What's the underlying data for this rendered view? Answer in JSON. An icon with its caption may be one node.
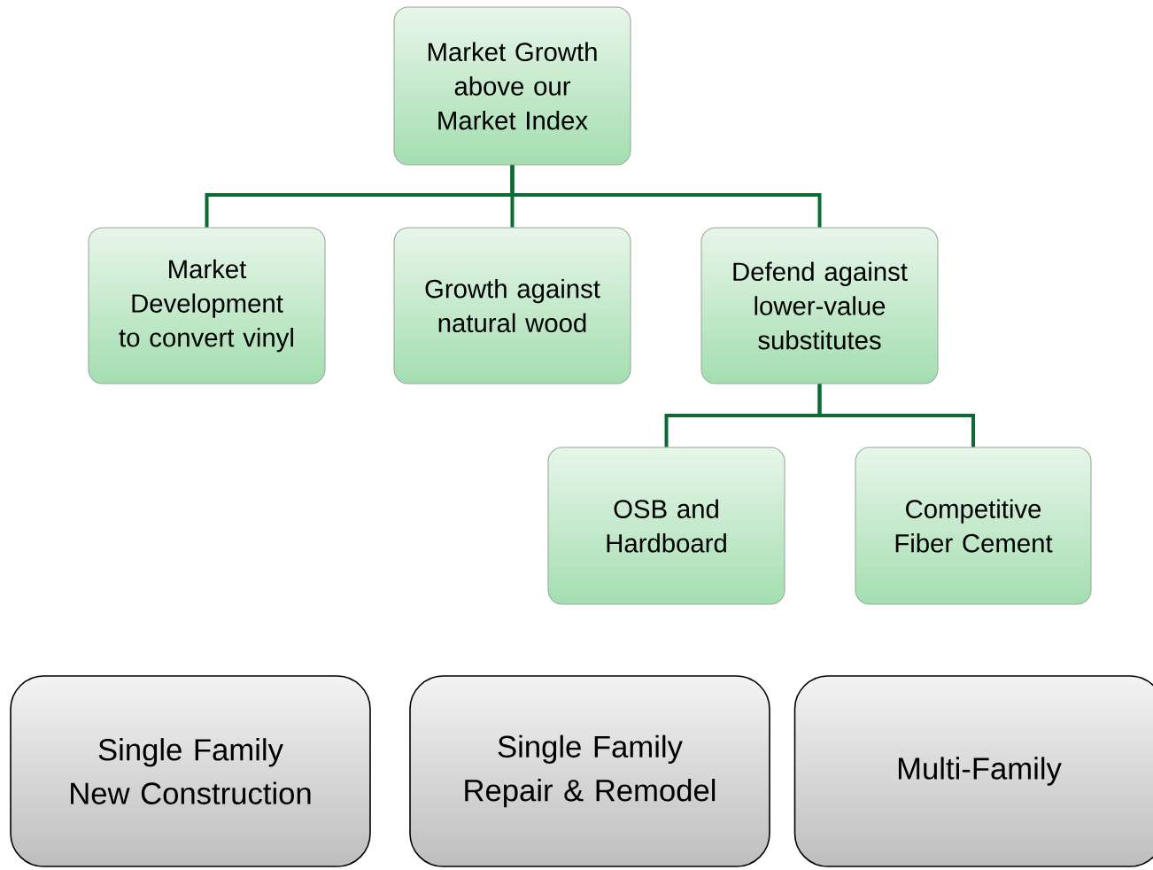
{
  "diagram": {
    "nodes": [
      {
        "text": [
          "Market Growth above our Market Index"
        ]
      },
      {
        "text": [
          "Market Development to convert vinyl"
        ]
      },
      {
        "text": [
          "Growth against natural wood"
        ]
      },
      {
        "text": [
          "Defend against lower-value substitutes"
        ]
      },
      {
        "text": [
          "OSB and Hardboard"
        ]
      },
      {
        "text": [
          "Competitive Fiber Cement"
        ]
      },
      {
        "text": [
          "Single Family New Construction"
        ]
      },
      {
        "text": [
          "Single Family Repair & Remodel"
        ]
      },
      {
        "text": [
          "Multi-Family"
        ]
      }
    ],
    "edges": [
      {
        "from": 0,
        "to": 1,
        "arrow": "none"
      },
      {
        "from": 0,
        "to": 2,
        "arrow": "none"
      },
      {
        "from": 0,
        "to": 3,
        "arrow": "none"
      },
      {
        "from": 3,
        "to": 4,
        "arrow": "none"
      },
      {
        "from": 3,
        "to": 5,
        "arrow": "none"
      }
    ]
  }
}
